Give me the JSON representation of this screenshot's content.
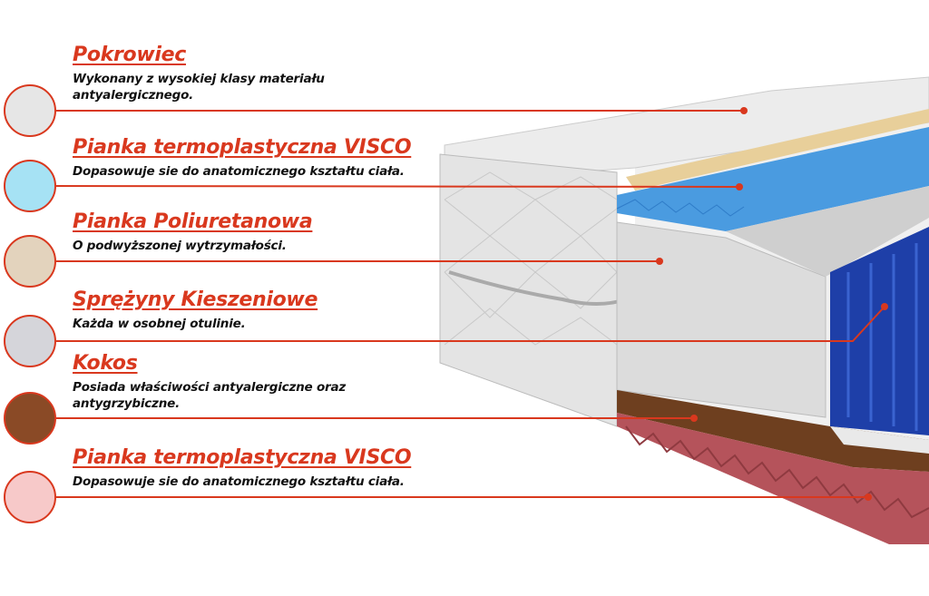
{
  "layers": [
    {
      "title": "Pokrowiec",
      "desc_lines": [
        "Wykonany z wysokiej klasy materiału",
        "antyalergicznego."
      ],
      "swatch": "#e6e6e6"
    },
    {
      "title": "Pianka termoplastyczna VISCO",
      "desc_lines": [
        "Dopasowuje sie do anatomicznego kształtu ciała."
      ],
      "swatch": "#a6e2f4"
    },
    {
      "title": "Pianka Poliuretanowa",
      "desc_lines": [
        "O podwyższonej wytrzymałości."
      ],
      "swatch": "#e3d3bd"
    },
    {
      "title": "Sprężyny Kieszeniowe",
      "desc_lines": [
        "Każda w osobnej otulinie."
      ],
      "swatch": "#d5d5da"
    },
    {
      "title": "Kokos",
      "desc_lines": [
        "Posiada właściwości antyalergiczne oraz",
        "antygrzybiczne."
      ],
      "swatch": "#8a4a26"
    },
    {
      "title": "Pianka termoplastyczna VISCO",
      "desc_lines": [
        "Dopasowuje sie do anatomicznego kształtu ciała."
      ],
      "swatch": "#f7c9c9"
    }
  ],
  "accent": "#d9381e"
}
